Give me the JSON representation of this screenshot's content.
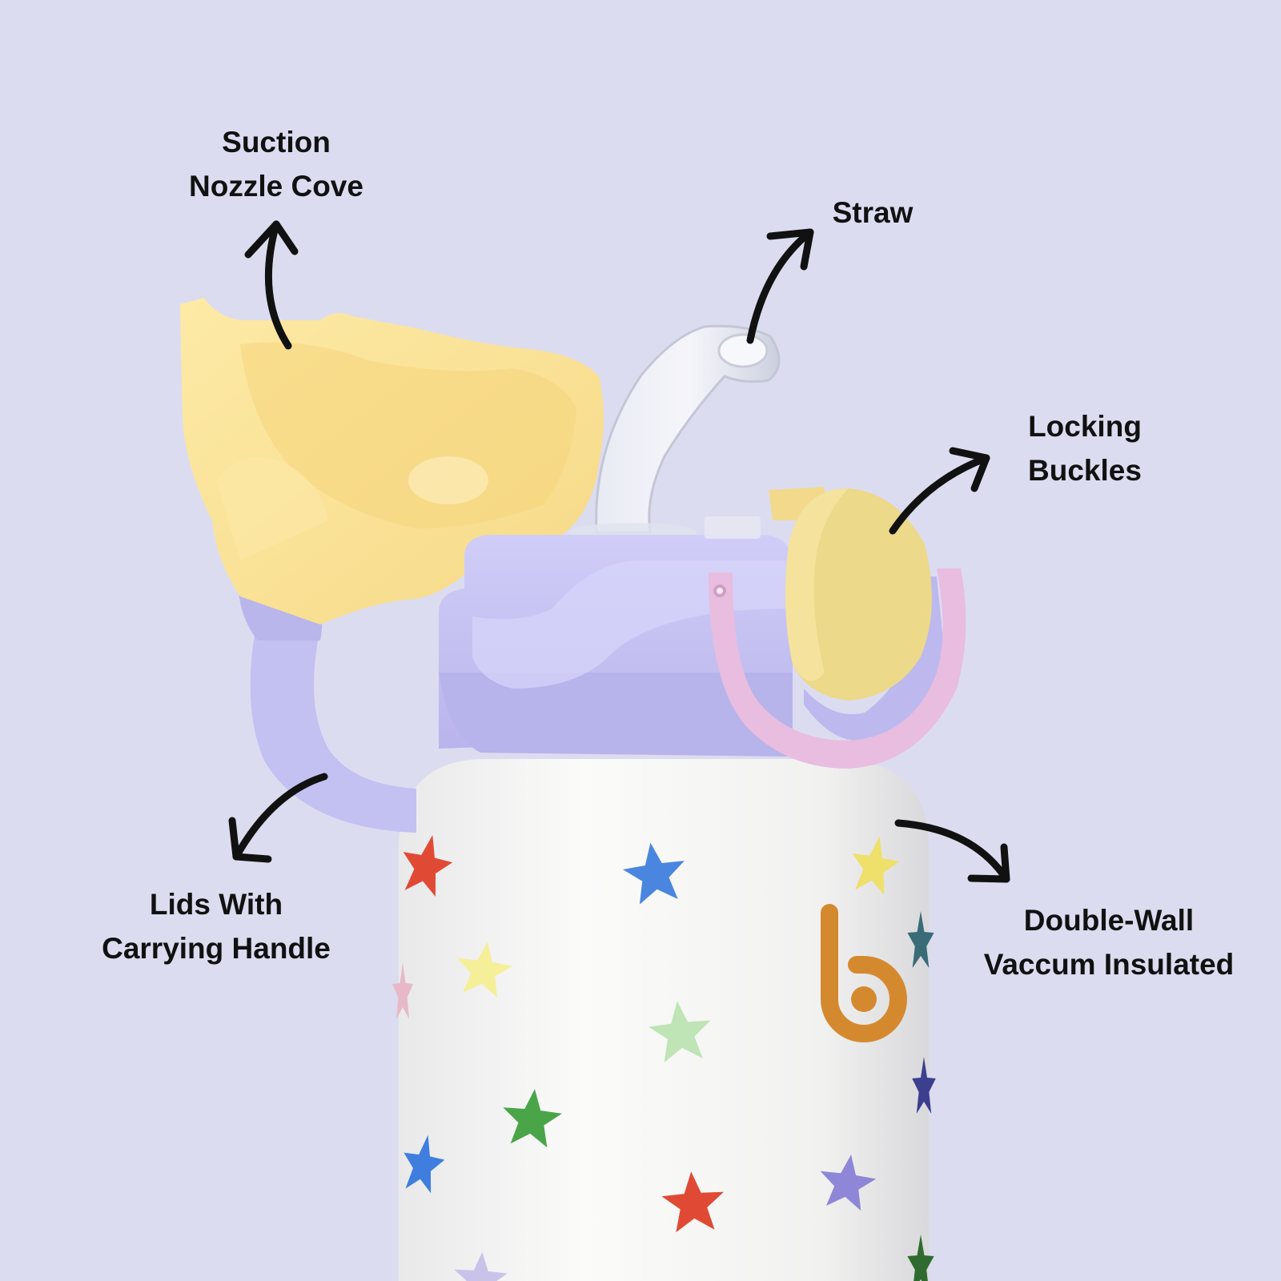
{
  "labels": {
    "suction": {
      "line1": "Suction",
      "line2": "Nozzle Cove"
    },
    "straw": {
      "line1": "Straw"
    },
    "locking": {
      "line1": "Locking",
      "line2": "Buckles"
    },
    "handle": {
      "line1": "Lids With",
      "line2": "Carrying Handle"
    },
    "insulated": {
      "line1": "Double-Wall",
      "line2": "Vaccum Insulated"
    }
  },
  "colors": {
    "background": "#dcdcf0",
    "lid": "#c3c0f2",
    "cap": "#fbe39a",
    "buckle": "#ecd98a",
    "strap": "#e8bde0",
    "bottle": "#f5f5f4",
    "logo": "#d5892f"
  },
  "icons": [
    "curved-arrow-icon",
    "star-icon",
    "brand-logo-icon"
  ]
}
